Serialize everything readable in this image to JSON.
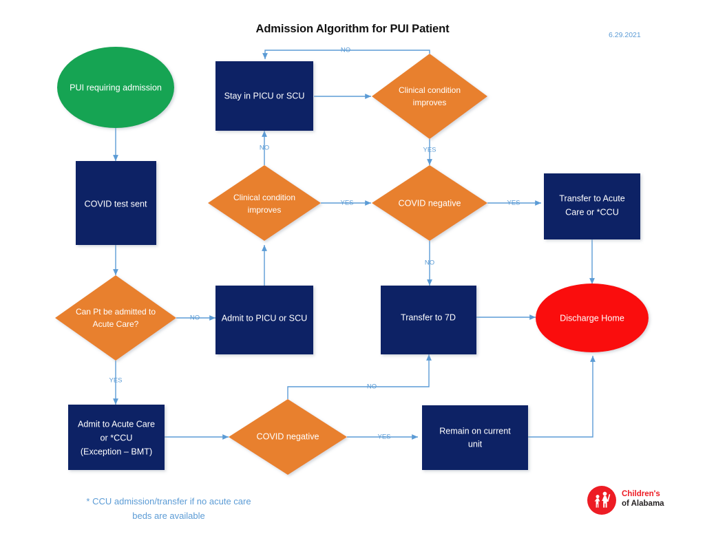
{
  "header": {
    "title": "Admission Algorithm for PUI Patient",
    "date": "6.29.2021"
  },
  "footnote": {
    "line1": "* CCU admission/transfer if no acute care",
    "line2": "beds are available"
  },
  "logo": {
    "name": "childrens-of-alabama-logo",
    "line1": "Children's",
    "line2": "of Alabama"
  },
  "colors": {
    "navy": "#0B2265",
    "orange": "#E8802E",
    "green": "#13A452",
    "red": "#FA0A0A",
    "connector": "#5B9BD5",
    "background": "#FFFFFF"
  },
  "chart_data": {
    "type": "diagram",
    "title": "Admission Algorithm for PUI Patient",
    "nodes": [
      {
        "id": "start",
        "shape": "ellipse",
        "color": "green",
        "label": "PUI requiring admission"
      },
      {
        "id": "covid_test",
        "shape": "rect",
        "color": "navy",
        "label": "COVID test sent"
      },
      {
        "id": "can_acute",
        "shape": "diamond",
        "color": "orange",
        "label_line1": "Can Pt be admitted to",
        "label_line2": "Acute Care?"
      },
      {
        "id": "admit_picu",
        "shape": "rect",
        "color": "navy",
        "label": "Admit to PICU or SCU"
      },
      {
        "id": "stay_picu",
        "shape": "rect",
        "color": "navy",
        "label": "Stay in PICU or SCU"
      },
      {
        "id": "clin_improve_top",
        "shape": "diamond",
        "color": "orange",
        "label_line1": "Clinical condition",
        "label_line2": "improves"
      },
      {
        "id": "clin_improve_mid",
        "shape": "diamond",
        "color": "orange",
        "label_line1": "Clinical condition",
        "label_line2": "improves"
      },
      {
        "id": "covid_neg_mid",
        "shape": "diamond",
        "color": "orange",
        "label": "COVID negative"
      },
      {
        "id": "transfer_acute",
        "shape": "rect",
        "color": "navy",
        "label_line1": "Transfer to Acute",
        "label_line2": "Care or *CCU"
      },
      {
        "id": "transfer_7d",
        "shape": "rect",
        "color": "navy",
        "label": "Transfer to 7D"
      },
      {
        "id": "discharge",
        "shape": "ellipse",
        "color": "red",
        "label": "Discharge Home"
      },
      {
        "id": "admit_acute",
        "shape": "rect",
        "color": "navy",
        "label_line1": "Admit to Acute Care",
        "label_line2": "or *CCU",
        "label_line3": "(Exception – BMT)"
      },
      {
        "id": "covid_neg_bot",
        "shape": "diamond",
        "color": "orange",
        "label": "COVID negative"
      },
      {
        "id": "remain_unit",
        "shape": "rect",
        "color": "navy",
        "label_line1": "Remain on current",
        "label_line2": "unit"
      }
    ],
    "edges": [
      {
        "from": "start",
        "to": "covid_test",
        "label": ""
      },
      {
        "from": "covid_test",
        "to": "can_acute",
        "label": ""
      },
      {
        "from": "can_acute",
        "to": "admit_picu",
        "label": "NO"
      },
      {
        "from": "can_acute",
        "to": "admit_acute",
        "label": "YES"
      },
      {
        "from": "admit_picu",
        "to": "clin_improve_mid",
        "label": ""
      },
      {
        "from": "clin_improve_mid",
        "to": "stay_picu",
        "label": "NO"
      },
      {
        "from": "clin_improve_mid",
        "to": "covid_neg_mid",
        "label": "YES"
      },
      {
        "from": "stay_picu",
        "to": "clin_improve_top",
        "label": ""
      },
      {
        "from": "clin_improve_top",
        "to": "stay_picu",
        "label": "NO"
      },
      {
        "from": "clin_improve_top",
        "to": "covid_neg_mid",
        "label": "YES"
      },
      {
        "from": "covid_neg_mid",
        "to": "transfer_acute",
        "label": "YES"
      },
      {
        "from": "covid_neg_mid",
        "to": "transfer_7d",
        "label": "NO"
      },
      {
        "from": "transfer_acute",
        "to": "discharge",
        "label": ""
      },
      {
        "from": "transfer_7d",
        "to": "discharge",
        "label": ""
      },
      {
        "from": "admit_acute",
        "to": "covid_neg_bot",
        "label": ""
      },
      {
        "from": "covid_neg_bot",
        "to": "remain_unit",
        "label": "YES"
      },
      {
        "from": "covid_neg_bot",
        "to": "transfer_7d",
        "label": "NO"
      },
      {
        "from": "remain_unit",
        "to": "discharge",
        "label": ""
      }
    ],
    "edge_labels": {
      "can_acute_no": "NO",
      "can_acute_yes": "YES",
      "clin_mid_no": "NO",
      "clin_mid_yes": "YES",
      "clin_top_no": "NO",
      "clin_top_yes": "YES",
      "covid_mid_yes": "YES",
      "covid_mid_no": "NO",
      "covid_bot_yes": "YES",
      "covid_bot_no": "NO"
    }
  }
}
